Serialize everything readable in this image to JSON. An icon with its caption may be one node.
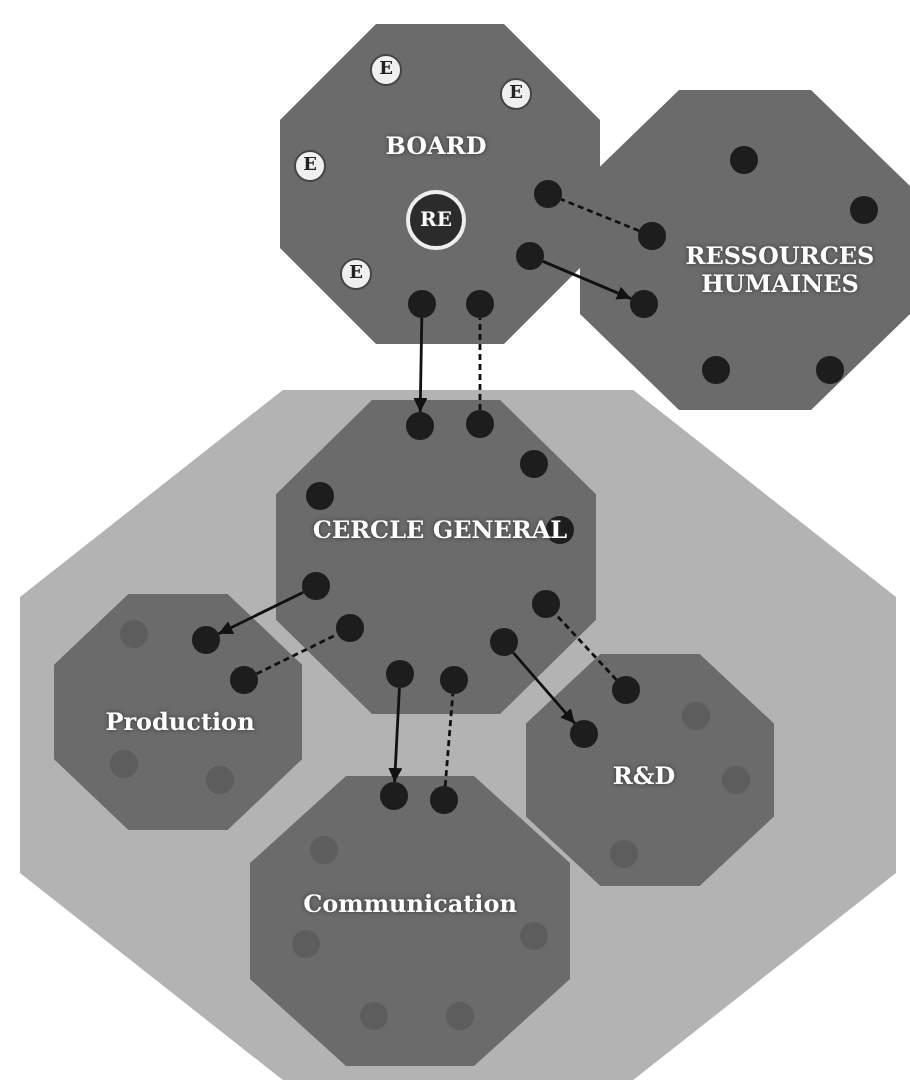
{
  "diagram": {
    "nodes": [
      {
        "text": [
          "BOARD"
        ]
      },
      {
        "text": [
          "E"
        ],
        "in": 0
      },
      {
        "text": [
          "E"
        ],
        "in": 0
      },
      {
        "text": [
          "E"
        ],
        "in": 0
      },
      {
        "text": [
          "E"
        ],
        "in": 0
      },
      {
        "text": [
          "RE"
        ],
        "in": 0
      },
      {
        "text": [],
        "shape": "circle",
        "in": 0
      },
      {
        "text": [],
        "shape": "circle",
        "in": 0
      },
      {
        "text": [],
        "shape": "circle",
        "in": 0
      },
      {
        "text": [],
        "shape": "circle",
        "in": 0
      },
      {
        "text": [
          "RESSOURCES HUMAINES"
        ]
      },
      {
        "text": [],
        "shape": "circle",
        "in": 10
      },
      {
        "text": [],
        "shape": "circle",
        "in": 10
      },
      {
        "text": [],
        "shape": "circle",
        "in": 10
      },
      {
        "text": [],
        "shape": "circle",
        "in": 10
      },
      {
        "text": [],
        "shape": "circle",
        "in": 10
      },
      {
        "text": [],
        "shape": "circle",
        "in": 10
      },
      {
        "text": [],
        "shape": "box"
      },
      {
        "text": [
          "CERCLE GENERAL"
        ],
        "in": 17
      },
      {
        "text": [],
        "shape": "circle",
        "in": 18
      },
      {
        "text": [],
        "shape": "circle",
        "in": 18
      },
      {
        "text": [],
        "shape": "circle",
        "in": 18
      },
      {
        "text": [],
        "shape": "circle",
        "in": 18
      },
      {
        "text": [],
        "shape": "circle",
        "in": 18
      },
      {
        "text": [],
        "shape": "circle",
        "in": 18
      },
      {
        "text": [],
        "shape": "circle",
        "in": 18
      },
      {
        "text": [],
        "shape": "circle",
        "in": 18
      },
      {
        "text": [],
        "shape": "circle",
        "in": 18
      },
      {
        "text": [],
        "shape": "circle",
        "in": 18
      },
      {
        "text": [],
        "shape": "circle",
        "in": 18
      },
      {
        "text": [
          "Production"
        ],
        "in": 17
      },
      {
        "text": [],
        "shape": "circle",
        "in": 30
      },
      {
        "text": [],
        "shape": "circle",
        "in": 30
      },
      {
        "text": [],
        "shape": "circle",
        "in": 30
      },
      {
        "text": [],
        "shape": "circle",
        "in": 30
      },
      {
        "text": [],
        "shape": "circle",
        "in": 30
      },
      {
        "text": [
          "R&D"
        ],
        "in": 17
      },
      {
        "text": [],
        "shape": "circle",
        "in": 36
      },
      {
        "text": [],
        "shape": "circle",
        "in": 36
      },
      {
        "text": [],
        "shape": "circle",
        "in": 36
      },
      {
        "text": [],
        "shape": "circle",
        "in": 36
      },
      {
        "text": [],
        "shape": "circle",
        "in": 36
      },
      {
        "text": [
          "Communication"
        ],
        "in": 17
      },
      {
        "text": [],
        "shape": "circle",
        "in": 42
      },
      {
        "text": [],
        "shape": "circle",
        "in": 42
      },
      {
        "text": [],
        "shape": "circle",
        "in": 42
      },
      {
        "text": [],
        "shape": "circle",
        "in": 42
      },
      {
        "text": [],
        "shape": "circle",
        "in": 42
      },
      {
        "text": [],
        "shape": "circle",
        "in": 42
      },
      {
        "text": [],
        "shape": "circle",
        "in": 42
      }
    ],
    "edges": [
      {
        "from": 6,
        "to": 19,
        "arrow": "to"
      },
      {
        "from": 20,
        "to": 7,
        "arrow": "none",
        "style": "dashed"
      },
      {
        "from": 8,
        "to": 14,
        "arrow": "to"
      },
      {
        "from": 13,
        "to": 9,
        "arrow": "none",
        "style": "dashed"
      },
      {
        "from": 24,
        "to": 32,
        "arrow": "to"
      },
      {
        "from": 33,
        "to": 26,
        "arrow": "none",
        "style": "dashed"
      },
      {
        "from": 28,
        "to": 43,
        "arrow": "to"
      },
      {
        "from": 44,
        "to": 29,
        "arrow": "none",
        "style": "dashed"
      },
      {
        "from": 27,
        "to": 39,
        "arrow": "to"
      },
      {
        "from": 37,
        "to": 25,
        "arrow": "none",
        "style": "dashed"
      }
    ]
  }
}
